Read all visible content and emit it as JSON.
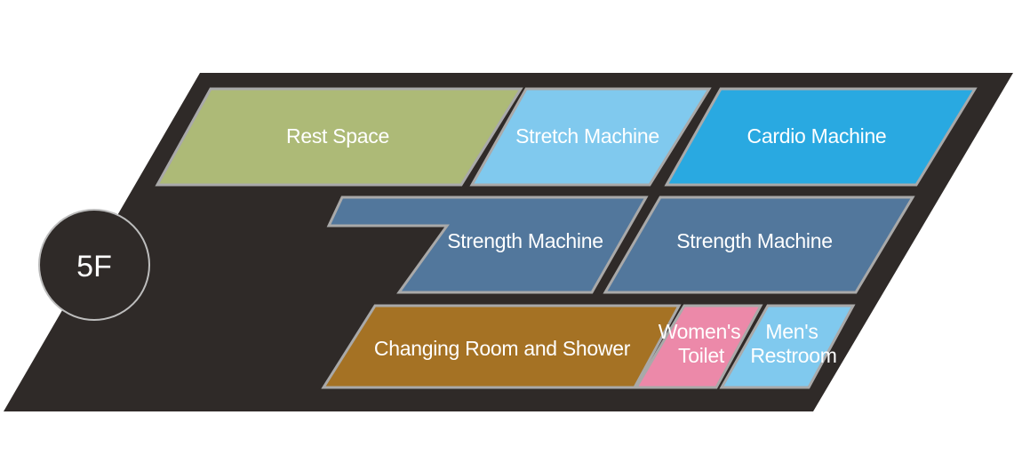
{
  "floor": {
    "label": "5F",
    "plate_color": "#2f2a28",
    "badge_ring_color": "#bdbdbd"
  },
  "rooms": {
    "rest_space": {
      "label": "Rest Space",
      "color": "#adba77"
    },
    "stretch_machine": {
      "label": "Stretch Machine",
      "color": "#80c9ee"
    },
    "cardio_machine": {
      "label": "Cardio Machine",
      "color": "#29a9e1"
    },
    "strength_machine_left": {
      "label": "Strength Machine",
      "color": "#52779c"
    },
    "strength_machine_right": {
      "label": "Strength Machine",
      "color": "#52779c"
    },
    "changing_room": {
      "label": "Changing Room and Shower",
      "color": "#a57224"
    },
    "womens_toilet": {
      "label_line1": "Women's",
      "label_line2": "Toilet",
      "color": "#ec89a9"
    },
    "mens_restroom": {
      "label_line1": "Men's",
      "label_line2": "Restroom",
      "color": "#80c9ee"
    }
  }
}
